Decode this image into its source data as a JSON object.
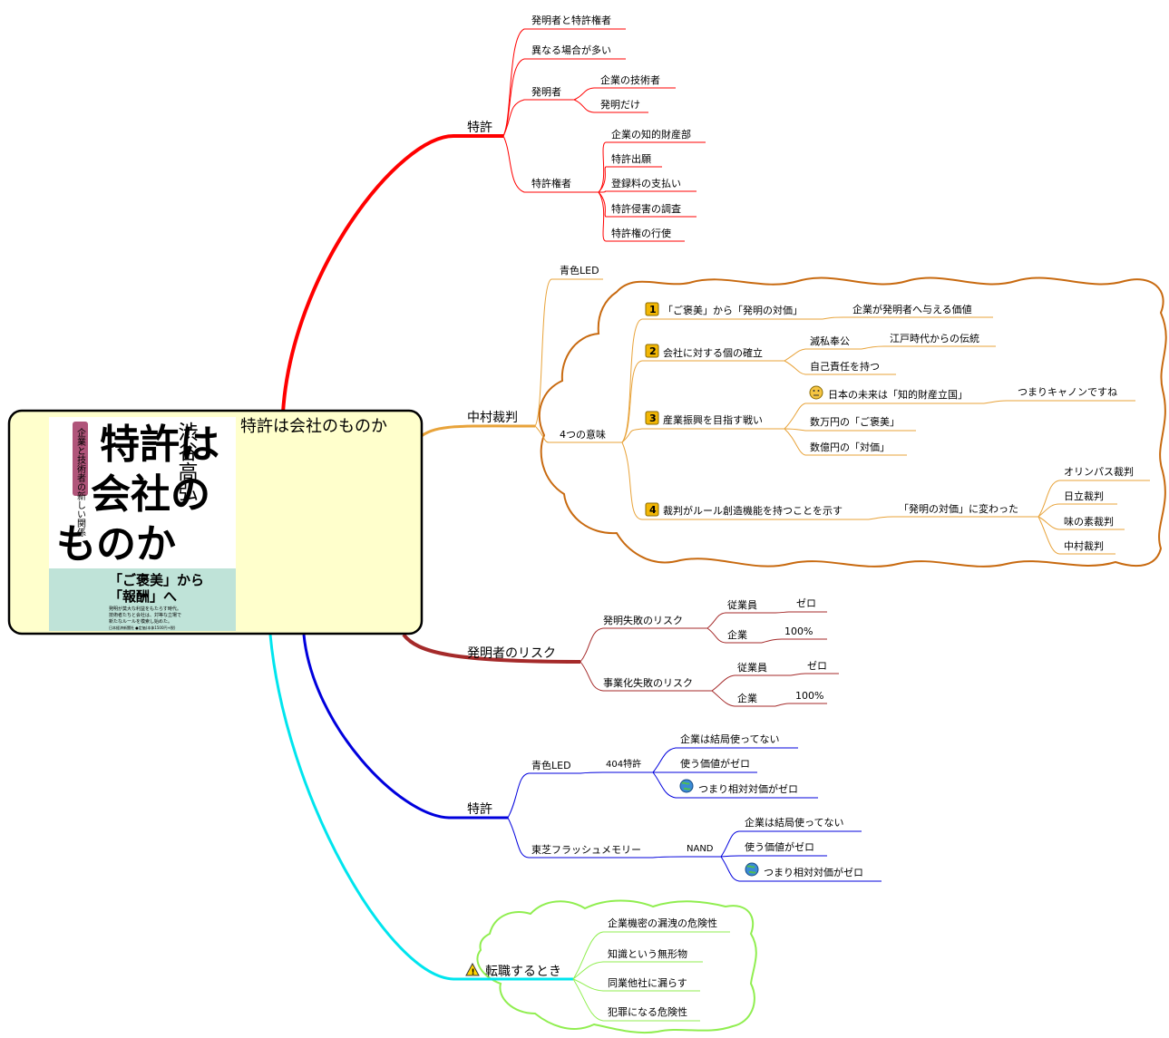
{
  "root": {
    "title": "特許は会社のものか",
    "book_cover": {
      "author": "渋谷高弘",
      "subtitle": "企業と技術者の新しい関係",
      "title_lines": [
        "特許は",
        "会社の",
        "ものか"
      ],
      "tagline_lines": [
        "「ご褒美」から",
        "「報酬」へ"
      ],
      "blurb_lines": [
        "発明が莫大な利益をもたらす時代。",
        "技術者たちと会社は、対等な立場で",
        "新たなルールを模索し始めた。",
        "日本経済新聞社 ●定価(本体1500円+税)"
      ]
    }
  },
  "branches": {
    "patent1": {
      "label": "特許",
      "color": "#ff0000",
      "children": {
        "a": "発明者と特許権者",
        "b": "異なる場合が多い",
        "inventor": {
          "label": "発明者",
          "items": [
            "企業の技術者",
            "発明だけ"
          ]
        },
        "holder": {
          "label": "特許権者",
          "items": [
            "企業の知的財産部",
            "特許出願",
            "登録料の支払い",
            "特許侵害の調査",
            "特許権の行使"
          ]
        }
      }
    },
    "nakamura": {
      "label": "中村裁判",
      "color": "#e8a33a",
      "blue_led": "青色LED",
      "meaning": {
        "label": "4つの意味",
        "points": [
          {
            "num": "1",
            "label": "「ご褒美」から「発明の対価」",
            "sub": "企業が発明者へ与える価値"
          },
          {
            "num": "2",
            "label": "会社に対する個の確立",
            "subs": [
              "滅私奉公",
              "自己責任を持つ"
            ],
            "subsub": "江戸時代からの伝統"
          },
          {
            "num": "3",
            "label": "産業振興を目指す戦い",
            "subs": [
              "日本の未来は「知的財産立国」",
              "数万円の「ご褒美」",
              "数億円の「対価」"
            ],
            "subsub": "つまりキャノンですね"
          },
          {
            "num": "4",
            "label": "裁判がルール創造機能を持つことを示す",
            "sub": "「発明の対価」に変わった",
            "cases": [
              "オリンパス裁判",
              "日立裁判",
              "味の素裁判",
              "中村裁判"
            ]
          }
        ]
      }
    },
    "risk": {
      "label": "発明者のリスク",
      "color": "#a52a2a",
      "items": [
        {
          "label": "発明失敗のリスク",
          "rows": [
            {
              "who": "従業員",
              "val": "ゼロ"
            },
            {
              "who": "企業",
              "val": "100%"
            }
          ]
        },
        {
          "label": "事業化失敗のリスク",
          "rows": [
            {
              "who": "従業員",
              "val": "ゼロ"
            },
            {
              "who": "企業",
              "val": "100%"
            }
          ]
        }
      ]
    },
    "patent2": {
      "label": "特許",
      "color": "#0000dd",
      "groups": [
        {
          "label": "青色LED",
          "mid": "404特許",
          "items": [
            "企業は結局使ってない",
            "使う価値がゼロ",
            "つまり相対対価がゼロ"
          ]
        },
        {
          "label": "東芝フラッシュメモリー",
          "mid": "NAND",
          "items": [
            "企業は結局使ってない",
            "使う価値がゼロ",
            "つまり相対対価がゼロ"
          ]
        }
      ]
    },
    "job": {
      "label": "転職するとき",
      "color": "#00e5ee",
      "items": [
        "企業機密の漏洩の危険性",
        "知識という無形物",
        "同業他社に漏らす",
        "犯罪になる危険性"
      ]
    }
  }
}
